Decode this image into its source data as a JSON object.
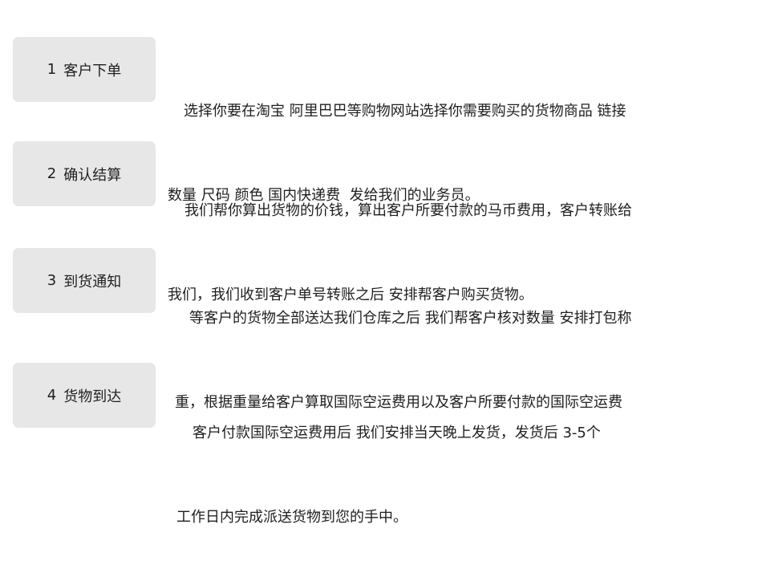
{
  "steps": [
    {
      "number": "1",
      "title": "客户下单",
      "lines": [
        "选择你要在淘宝 阿里巴巴等购物网站选择你需要购买的货物商品 链接",
        "数量 尺码 颜色 国内快递费  发给我们的业务员。"
      ]
    },
    {
      "number": "2",
      "title": "确认结算",
      "lines": [
        "我们帮你算出货物的价钱，算出客户所要付款的马币费用，客户转账给",
        "我们，我们收到客户单号转账之后 安排帮客户购买货物。"
      ]
    },
    {
      "number": "3",
      "title": "到货通知",
      "lines": [
        "等客户的货物全部送达我们仓库之后 我们帮客户核对数量 安排打包称",
        "重，根据重量给客户算取国际空运费用以及客户所要付款的国际空运费"
      ]
    },
    {
      "number": "4",
      "title": "货物到达",
      "lines": [
        "客户付款国际空运费用后 我们安排当天晚上发货，发货后 3-5个",
        "工作日内完成派送货物到您的手中。"
      ]
    }
  ]
}
